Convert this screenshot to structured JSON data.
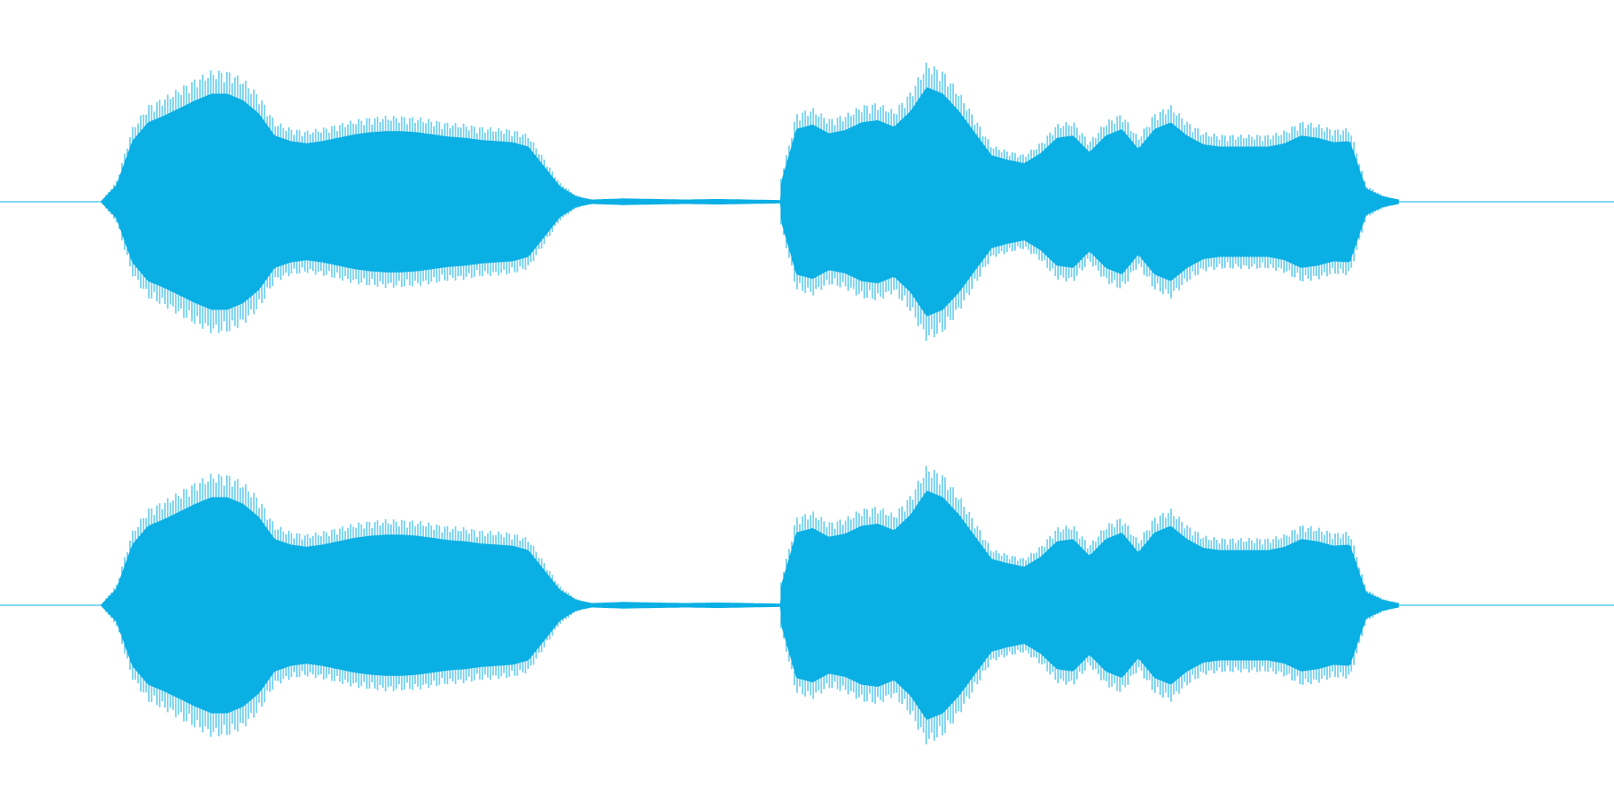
{
  "waveform": {
    "color": "#0aafe4",
    "background": "#ffffff",
    "channel_count": 2,
    "channels": [
      {
        "name": "",
        "segments": [
          {
            "amplitude": [
              0.0,
              0.15,
              0.55,
              0.72,
              0.78,
              0.85,
              0.92,
              0.98,
              0.98,
              0.92,
              0.8,
              0.6,
              0.55,
              0.53,
              0.55,
              0.58,
              0.61,
              0.63,
              0.64,
              0.64,
              0.63,
              0.61,
              0.59,
              0.58,
              0.56,
              0.55,
              0.54,
              0.5,
              0.32,
              0.14,
              0.05,
              0.02
            ]
          },
          {
            "amplitude": [
              0.02,
              0.03,
              0.025,
              0.02,
              0.025,
              0.02,
              0.015
            ]
          },
          {
            "amplitude": [
              0.15,
              0.66,
              0.7,
              0.62,
              0.65,
              0.72,
              0.74,
              0.68,
              0.82,
              1.04,
              0.98,
              0.82,
              0.62,
              0.42,
              0.38,
              0.35,
              0.44,
              0.58,
              0.6,
              0.45,
              0.6,
              0.66,
              0.48,
              0.66,
              0.72,
              0.6,
              0.52,
              0.5,
              0.5,
              0.5,
              0.5,
              0.53,
              0.6,
              0.58,
              0.54,
              0.55,
              0.12,
              0.05,
              0.02
            ]
          }
        ]
      },
      {
        "name": "",
        "segments": [
          {
            "amplitude": [
              0.0,
              0.15,
              0.55,
              0.72,
              0.78,
              0.85,
              0.92,
              0.98,
              0.98,
              0.92,
              0.8,
              0.6,
              0.55,
              0.53,
              0.55,
              0.58,
              0.61,
              0.63,
              0.64,
              0.64,
              0.63,
              0.61,
              0.59,
              0.58,
              0.56,
              0.55,
              0.54,
              0.5,
              0.32,
              0.14,
              0.05,
              0.02
            ]
          },
          {
            "amplitude": [
              0.02,
              0.03,
              0.025,
              0.02,
              0.025,
              0.02,
              0.015
            ]
          },
          {
            "amplitude": [
              0.15,
              0.66,
              0.7,
              0.62,
              0.65,
              0.72,
              0.74,
              0.68,
              0.82,
              1.04,
              0.98,
              0.82,
              0.62,
              0.42,
              0.38,
              0.35,
              0.44,
              0.58,
              0.6,
              0.45,
              0.6,
              0.66,
              0.48,
              0.66,
              0.72,
              0.6,
              0.52,
              0.5,
              0.5,
              0.5,
              0.5,
              0.53,
              0.6,
              0.58,
              0.54,
              0.55,
              0.12,
              0.05,
              0.02
            ]
          }
        ]
      }
    ]
  }
}
